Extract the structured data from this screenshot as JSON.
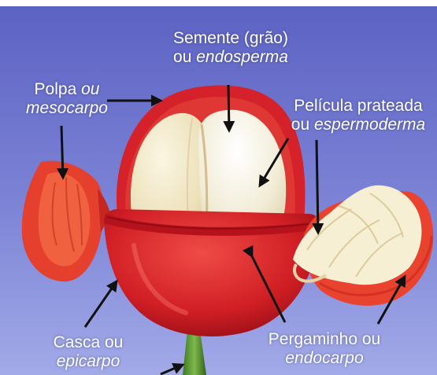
{
  "colors": {
    "background_top": "#5c63c4",
    "background_bottom": "#9fa7e6",
    "pulp_red": "#d9262b",
    "skin_red": "#c8141d",
    "seed_cream": "#f3ead2",
    "arrow": "#111111",
    "label_text": "#ffffff"
  },
  "labels": {
    "semente": {
      "line1": "Semente (grão)",
      "prefix2": "ou ",
      "italic2": "endosperma"
    },
    "polpa": {
      "line1_plain": "Polpa ",
      "line1_italic": "ou",
      "line2_italic": "mesocarpo"
    },
    "pelicula": {
      "line1": "Película prateada",
      "prefix2": "ou ",
      "italic2": "espermoderma"
    },
    "casca": {
      "line1": "Casca ou",
      "italic2": "epicarpo"
    },
    "pergaminho": {
      "line1": "Pergaminho ou",
      "italic2": "endocarpo"
    }
  },
  "icons": {
    "arrow": "arrow-icon"
  }
}
